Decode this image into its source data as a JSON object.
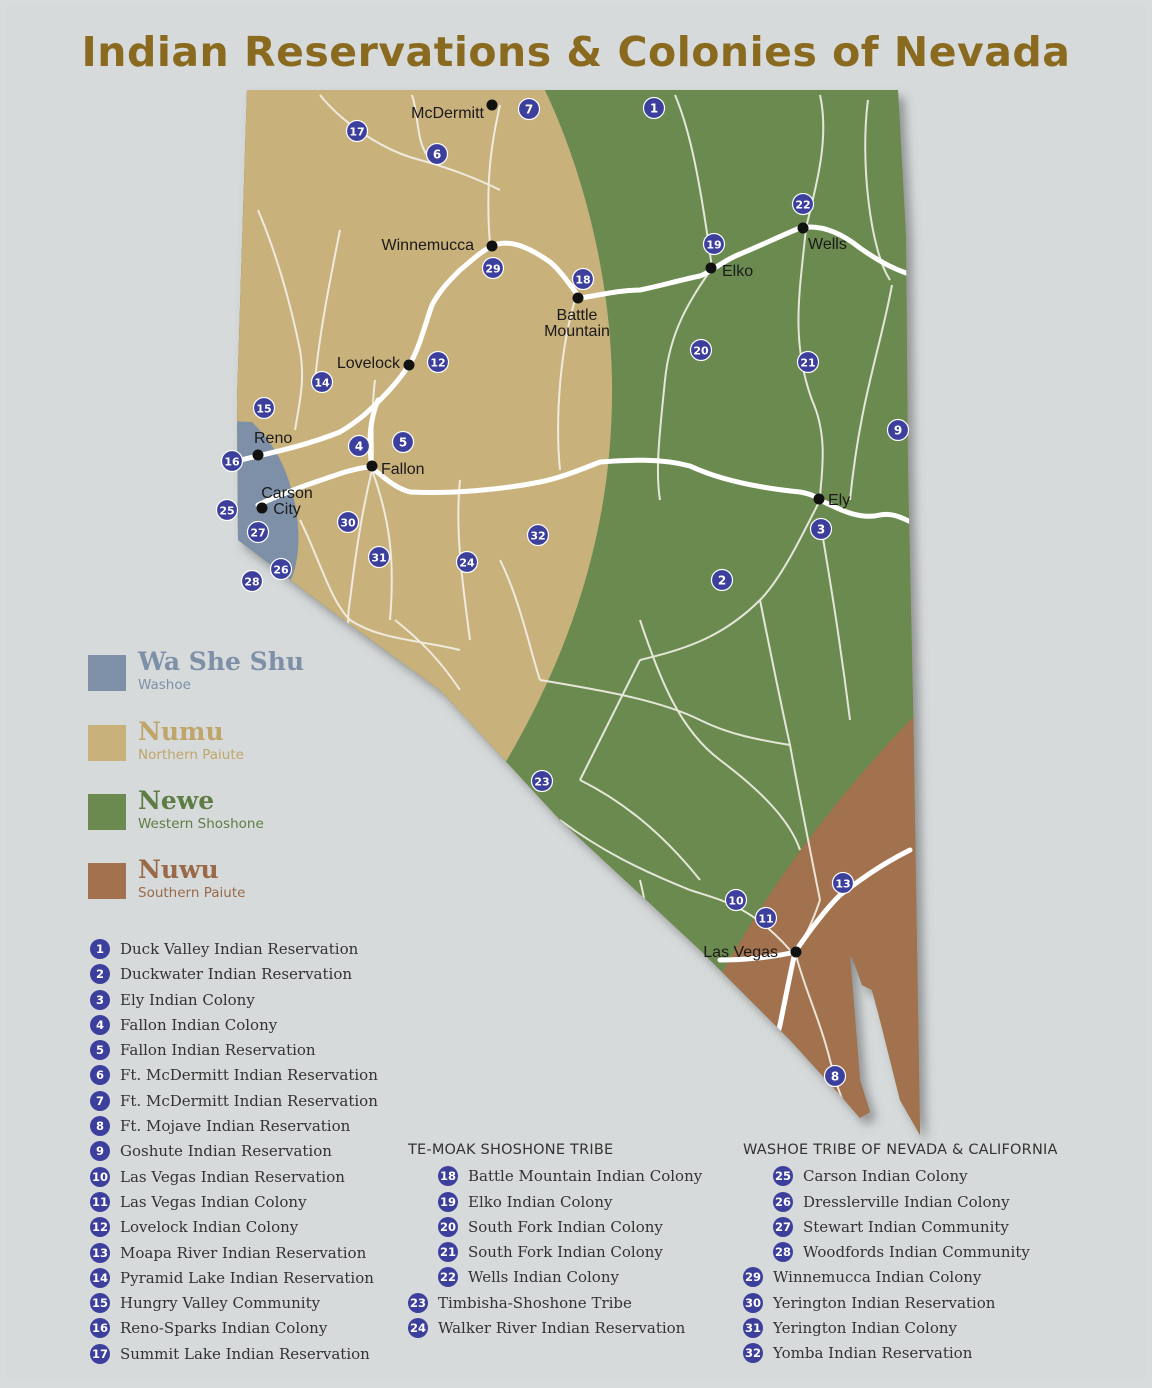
{
  "title": "Indian Reservations & Colonies of Nevada",
  "colors": {
    "washoe": "#7d90a8",
    "numu": "#c9b17b",
    "newe": "#6a8a4f",
    "nuwu": "#a2714e",
    "marker": "#3d3f9c",
    "road": "#ffffff"
  },
  "legend": [
    {
      "name": "Wa She Shu",
      "sub": "Washoe",
      "color": "#7d90a8",
      "text_color": "#7d90a8"
    },
    {
      "name": "Numu",
      "sub": "Northern Paiute",
      "color": "#c9b17b",
      "text_color": "#bfa56a"
    },
    {
      "name": "Newe",
      "sub": "Western Shoshone",
      "color": "#6a8a4f",
      "text_color": "#5d7d44"
    },
    {
      "name": "Nuwu",
      "sub": "Southern Paiute",
      "color": "#a2714e",
      "text_color": "#9a6a48"
    }
  ],
  "cities": [
    {
      "name": "McDermitt"
    },
    {
      "name": "Winnemucca"
    },
    {
      "name": "Battle Mountain"
    },
    {
      "name": "Elko"
    },
    {
      "name": "Wells"
    },
    {
      "name": "Lovelock"
    },
    {
      "name": "Reno"
    },
    {
      "name": "Fallon"
    },
    {
      "name": "Carson City"
    },
    {
      "name": "Ely"
    },
    {
      "name": "Las Vegas"
    }
  ],
  "list_main": [
    {
      "num": "1",
      "label": "Duck Valley Indian Reservation"
    },
    {
      "num": "2",
      "label": "Duckwater Indian Reservation"
    },
    {
      "num": "3",
      "label": "Ely Indian Colony"
    },
    {
      "num": "4",
      "label": "Fallon Indian Colony"
    },
    {
      "num": "5",
      "label": "Fallon Indian Reservation"
    },
    {
      "num": "6",
      "label": "Ft. McDermitt Indian Reservation"
    },
    {
      "num": "7",
      "label": "Ft. McDermitt Indian Reservation"
    },
    {
      "num": "8",
      "label": "Ft. Mojave Indian Reservation"
    },
    {
      "num": "9",
      "label": "Goshute Indian Reservation"
    },
    {
      "num": "10",
      "label": "Las Vegas Indian Reservation"
    },
    {
      "num": "11",
      "label": "Las Vegas Indian Colony"
    },
    {
      "num": "12",
      "label": "Lovelock Indian Colony"
    },
    {
      "num": "13",
      "label": "Moapa River Indian Reservation"
    },
    {
      "num": "14",
      "label": "Pyramid Lake Indian Reservation"
    },
    {
      "num": "15",
      "label": "Hungry Valley Community"
    },
    {
      "num": "16",
      "label": "Reno-Sparks Indian Colony"
    },
    {
      "num": "17",
      "label": "Summit Lake Indian Reservation"
    }
  ],
  "te_moak": {
    "header": "TE-MOAK SHOSHONE TRIBE",
    "items": [
      {
        "num": "18",
        "label": "Battle Mountain Indian Colony"
      },
      {
        "num": "19",
        "label": "Elko Indian Colony"
      },
      {
        "num": "20",
        "label": "South Fork Indian Colony"
      },
      {
        "num": "21",
        "label": "South Fork Indian Colony"
      },
      {
        "num": "22",
        "label": "Wells Indian Colony"
      }
    ],
    "extra": [
      {
        "num": "23",
        "label": "Timbisha-Shoshone Tribe"
      },
      {
        "num": "24",
        "label": "Walker River Indian Reservation"
      }
    ]
  },
  "washoe_tribe": {
    "header": "WASHOE TRIBE OF NEVADA & CALIFORNIA",
    "items": [
      {
        "num": "25",
        "label": "Carson Indian Colony"
      },
      {
        "num": "26",
        "label": "Dresslerville Indian Colony"
      },
      {
        "num": "27",
        "label": "Stewart Indian Community"
      },
      {
        "num": "28",
        "label": "Woodfords Indian Community"
      }
    ],
    "extra": [
      {
        "num": "29",
        "label": "Winnemucca Indian Colony"
      },
      {
        "num": "30",
        "label": "Yerington Indian Reservation"
      },
      {
        "num": "31",
        "label": "Yerington Indian Colony"
      },
      {
        "num": "32",
        "label": "Yomba Indian Reservation"
      }
    ]
  },
  "map_markers": [
    "1",
    "2",
    "3",
    "4",
    "5",
    "6",
    "7",
    "8",
    "9",
    "10",
    "11",
    "12",
    "13",
    "14",
    "15",
    "16",
    "17",
    "18",
    "19",
    "20",
    "21",
    "22",
    "23",
    "24",
    "25",
    "26",
    "27",
    "28",
    "29",
    "30",
    "31",
    "32"
  ]
}
